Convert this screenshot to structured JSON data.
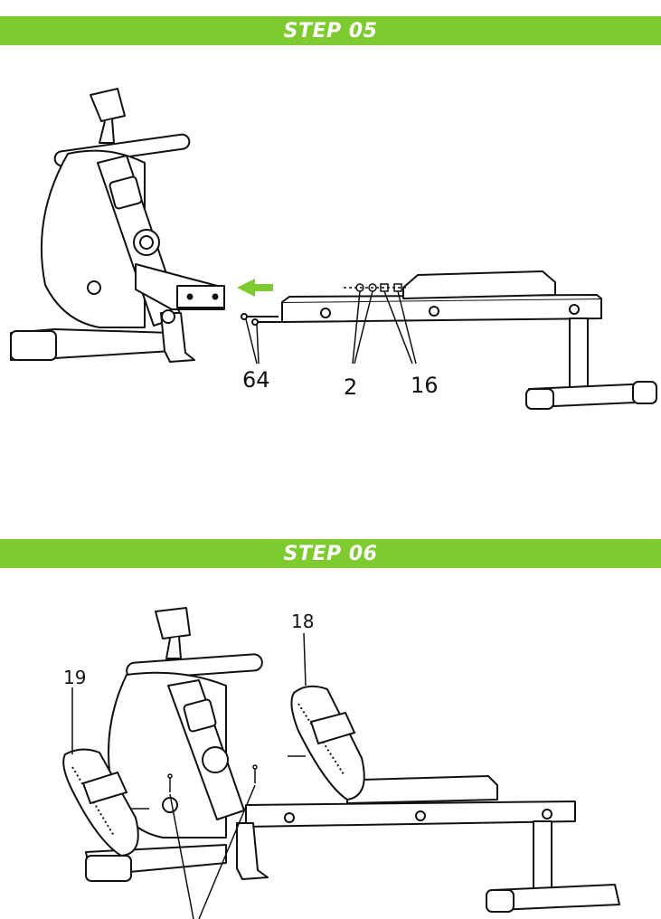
{
  "step5": {
    "title": "STEP 05",
    "labels": {
      "bolt": "64",
      "washer": "2",
      "nut": "16"
    }
  },
  "step6": {
    "title": "STEP 06",
    "labels": {
      "right_pedal": "18",
      "left_pedal": "19"
    }
  },
  "colors": {
    "accent": "#7ecb2f",
    "arrow": "#7ecb2f",
    "line": "#111111"
  }
}
